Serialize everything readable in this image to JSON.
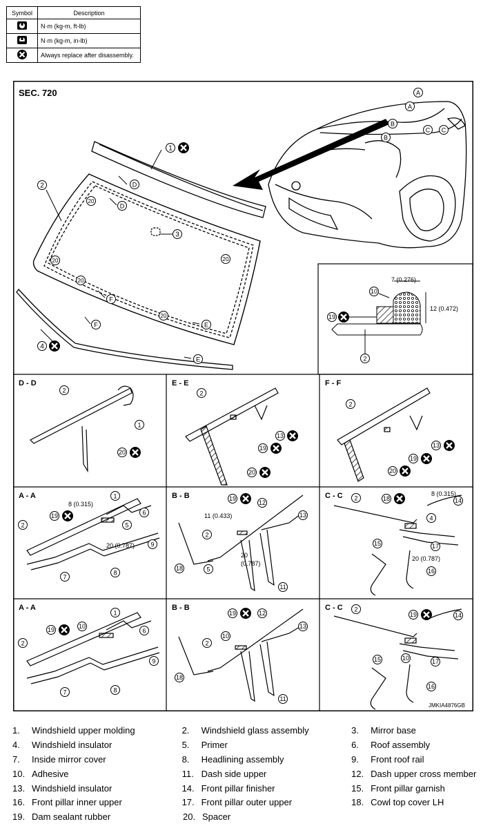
{
  "legend": {
    "header_symbol": "Symbol",
    "header_description": "Description",
    "rows": [
      {
        "icon": "torque-wrench-icon",
        "text": "N·m (kg-m, ft-lb)"
      },
      {
        "icon": "torque-wrench-small-icon",
        "text": "N·m (kg-m, in-lb)"
      },
      {
        "icon": "replace-x-icon",
        "text": "Always replace after disassembly."
      }
    ]
  },
  "diagram": {
    "sec": "SEC. 720",
    "code": "JMKIA4876GB",
    "views": [
      "D - D",
      "E - E",
      "F - F",
      "A - A",
      "B - B",
      "C - C",
      "A - A",
      "B - B",
      "C - C"
    ],
    "dims": {
      "d7": "7 (0.276)",
      "d12": "12 (0.472)",
      "d8a": "8 (0.315)",
      "d20a": "20 (0.787)",
      "d11": "11 (0.433)",
      "d20b": "20",
      "d0787": "(0.787)",
      "d8c": "8 (0.315)",
      "d20c": "20 (0.787)"
    }
  },
  "parts": [
    {
      "n": "1.",
      "name": "Windshield upper molding"
    },
    {
      "n": "2.",
      "name": "Windshield glass assembly"
    },
    {
      "n": "3.",
      "name": "Mirror base"
    },
    {
      "n": "4.",
      "name": "Windshield insulator"
    },
    {
      "n": "5.",
      "name": "Primer"
    },
    {
      "n": "6.",
      "name": "Roof assembly"
    },
    {
      "n": "7.",
      "name": "Inside mirror cover"
    },
    {
      "n": "8.",
      "name": "Headlining assembly"
    },
    {
      "n": "9.",
      "name": "Front roof rail"
    },
    {
      "n": "10.",
      "name": "Adhesive"
    },
    {
      "n": "11.",
      "name": "Dash side upper"
    },
    {
      "n": "12.",
      "name": "Dash upper cross member"
    },
    {
      "n": "13.",
      "name": "Windshield insulator"
    },
    {
      "n": "14.",
      "name": "Front pillar finisher"
    },
    {
      "n": "15.",
      "name": "Front pillar garnish"
    },
    {
      "n": "16.",
      "name": "Front pillar inner upper"
    },
    {
      "n": "17.",
      "name": "Front pillar outer upper"
    },
    {
      "n": "18.",
      "name": "Cowl top cover LH"
    },
    {
      "n": "19.",
      "name": "Dam sealant rubber"
    },
    {
      "n": "20.",
      "name": "Spacer"
    }
  ]
}
